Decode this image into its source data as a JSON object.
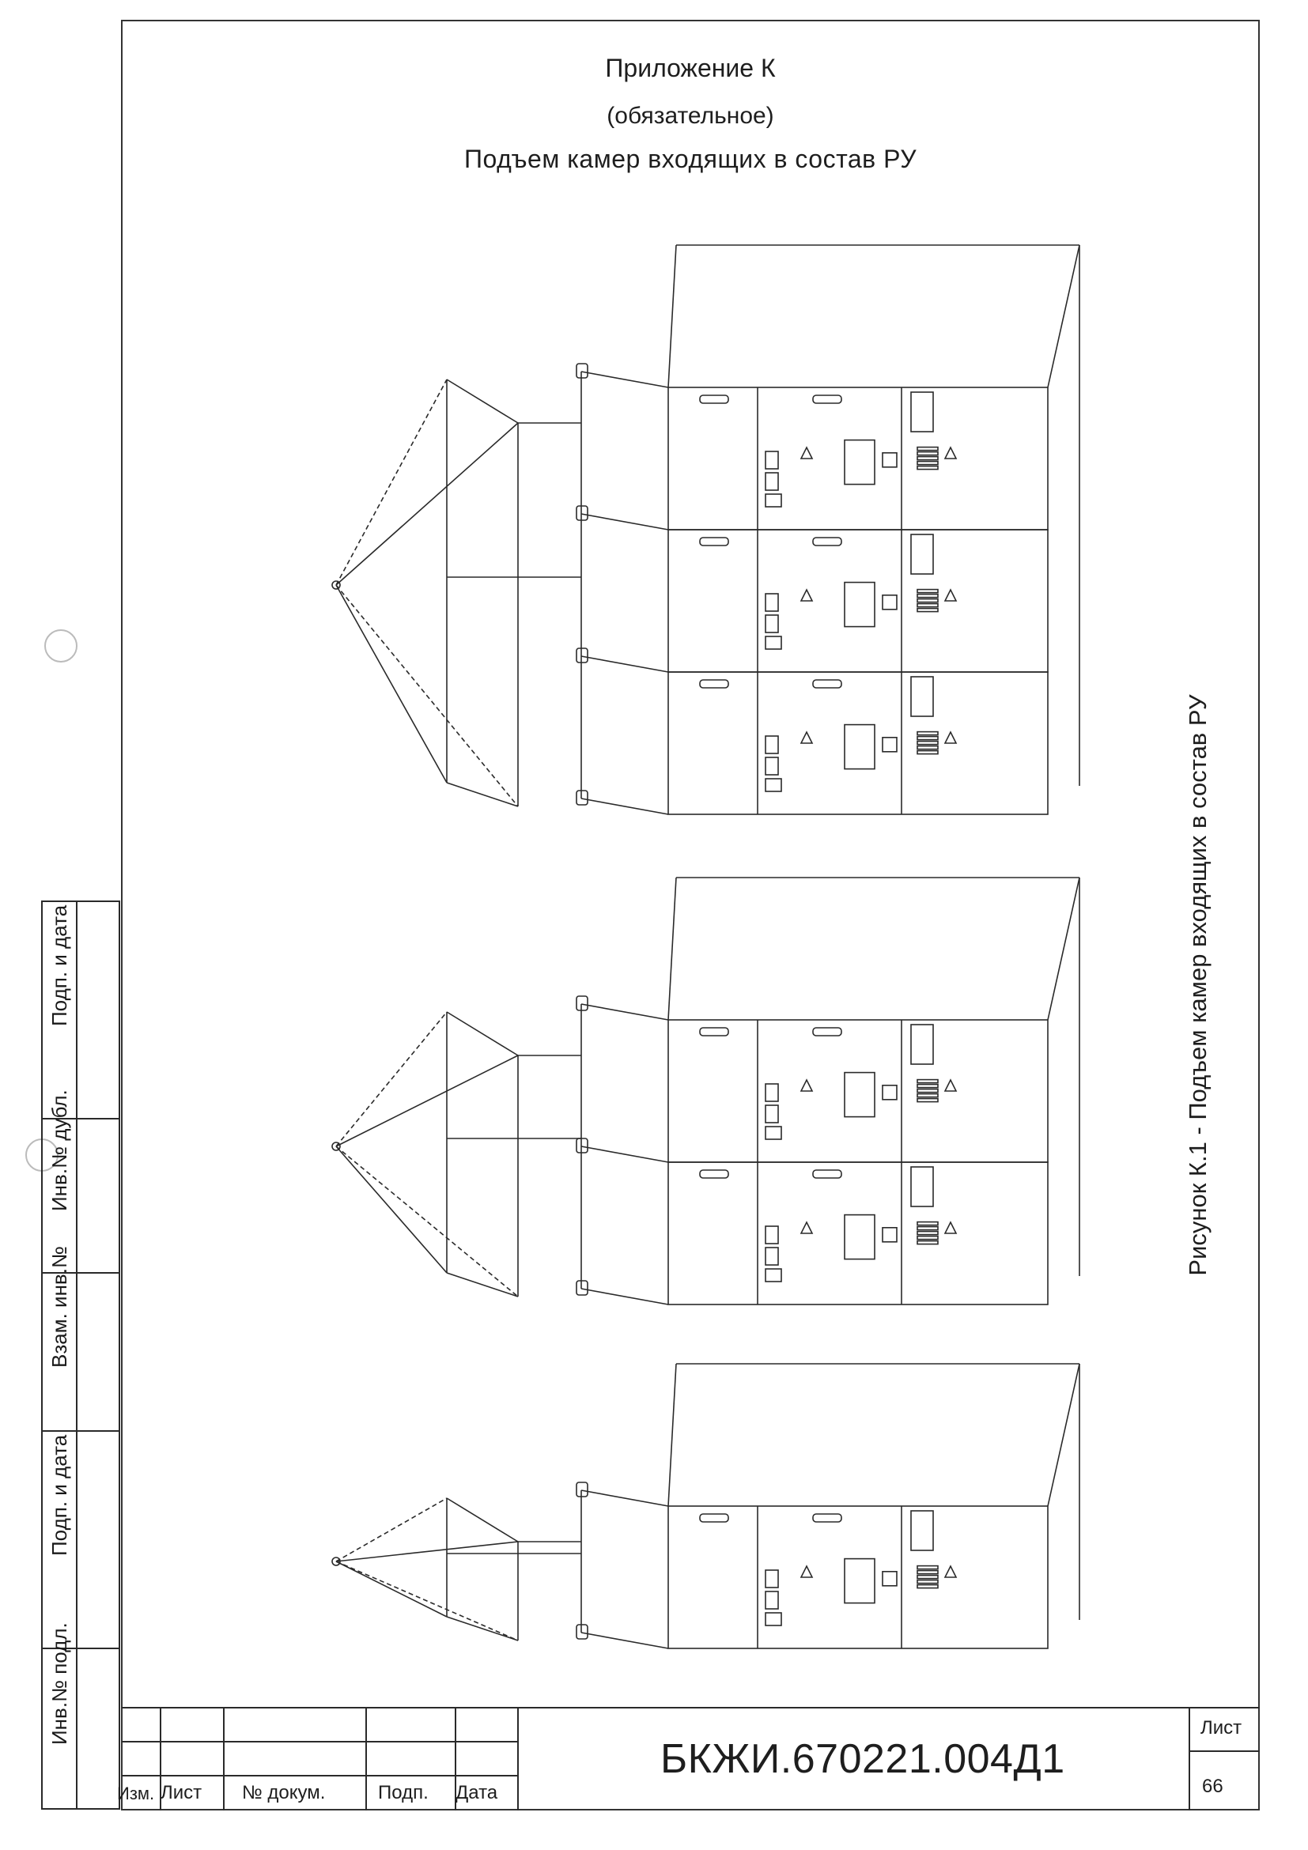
{
  "header": {
    "title": "Приложение К",
    "subtitle": "(обязательное)",
    "heading": "Подъем  камер входящих в состав РУ"
  },
  "figure": {
    "caption": "Рисунок К.1 - Подъем  камер входящих в состав РУ"
  },
  "side_stamp": {
    "labels": [
      "Подп. и дата",
      "Инв.№ дубл.",
      "Взам. инв.№",
      "Подп. и дата",
      "Инв.№ подл."
    ]
  },
  "title_block": {
    "columns": [
      "Изм.",
      "Лист",
      "№ докум.",
      "Подп.",
      "Дата"
    ],
    "doc_number": "БКЖИ.670221.004Д1",
    "sheet_label": "Лист",
    "sheet_number": "66"
  }
}
